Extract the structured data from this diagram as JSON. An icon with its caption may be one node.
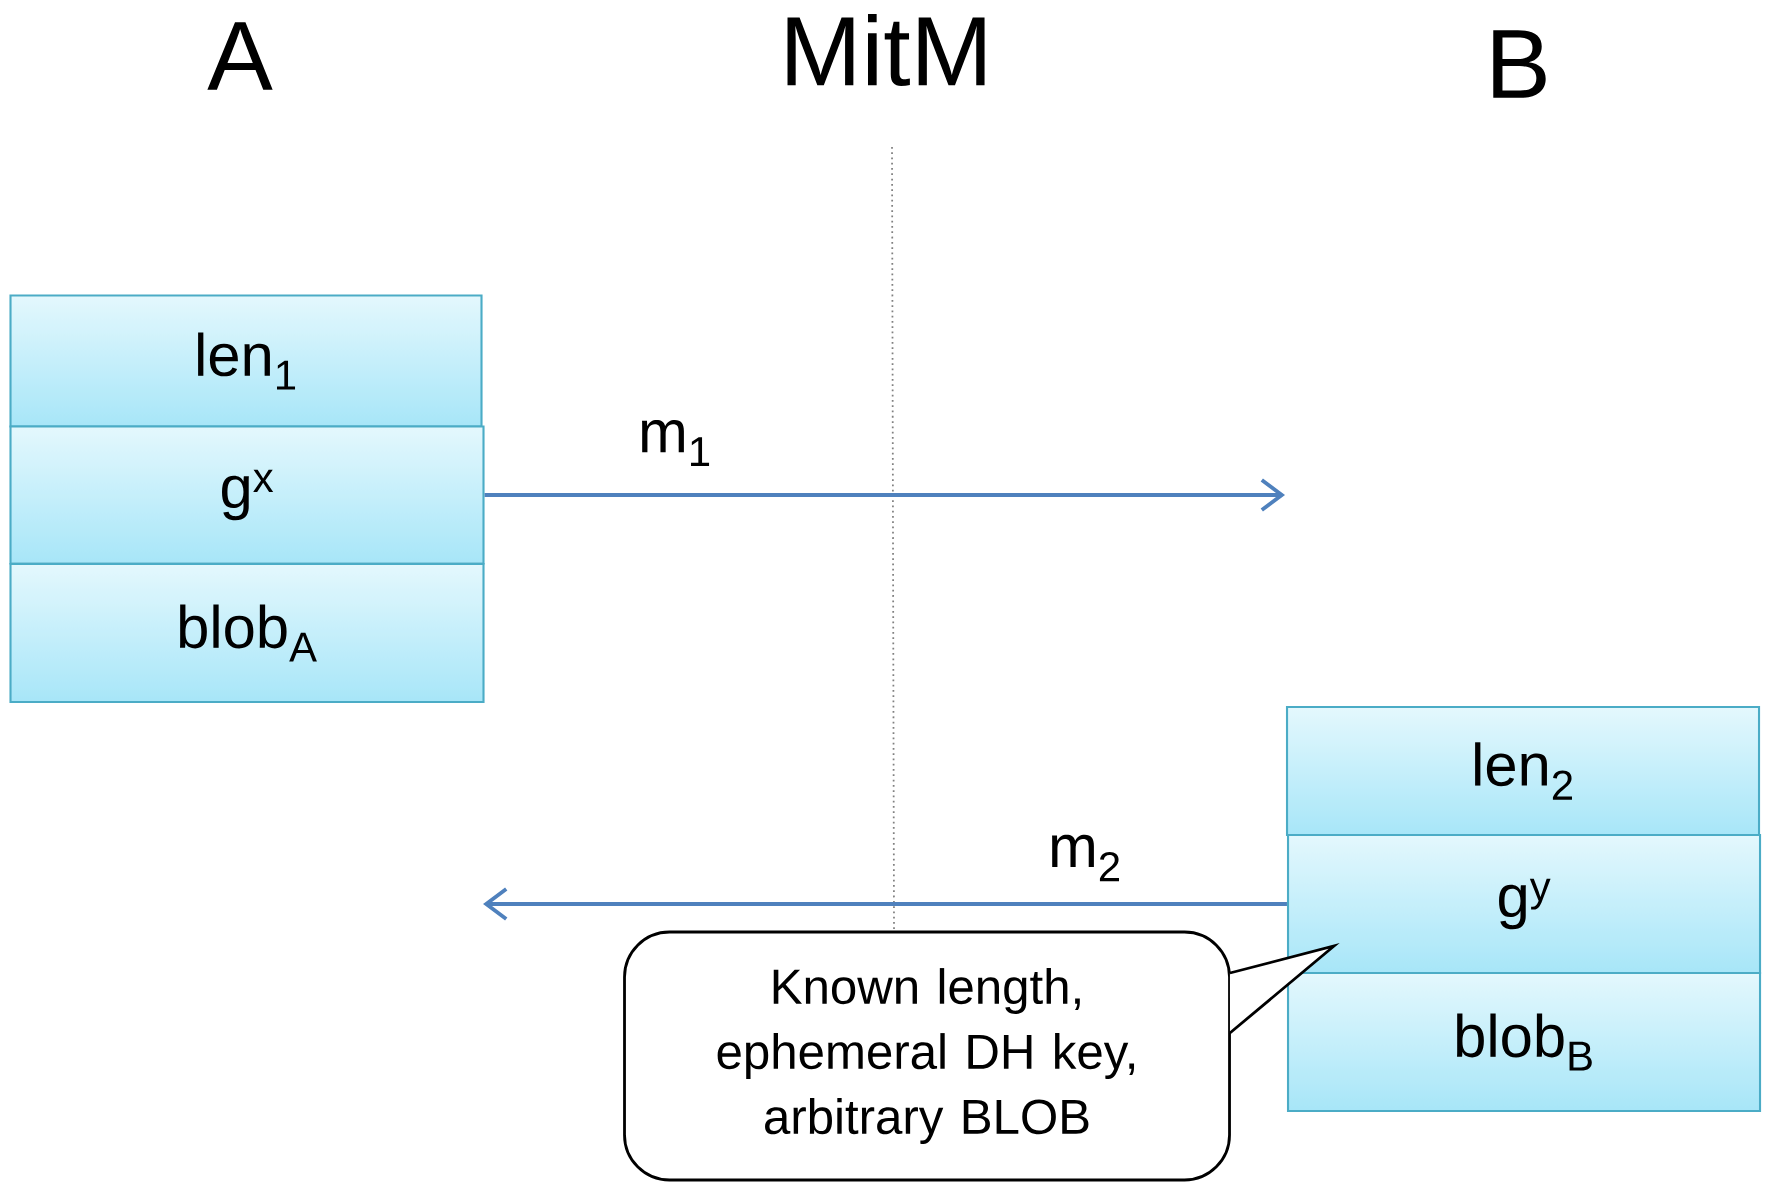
{
  "diagram": {
    "nodes": [
      {
        "text": [
          "len$_{1}$"
        ]
      },
      {
        "text": [
          "g$^{x}$"
        ]
      },
      {
        "text": [
          "blob$_{A}$"
        ]
      },
      {
        "text": [
          "len$_{2}$"
        ]
      },
      {
        "text": [
          "g$^{y}$"
        ]
      },
      {
        "text": [
          "blob$_{B}$"
        ]
      },
      {
        "text": [
          "Known length, ephemeral DH key, arbitrary BLOB"
        ]
      }
    ],
    "edges": [
      {
        "from": 1,
        "to": null,
        "arrow": "to",
        "label": "m$_{1}$"
      },
      {
        "from": 4,
        "to": null,
        "arrow": "to",
        "label": "m$_{2}$"
      }
    ],
    "labels": [
      "A",
      "MitM",
      "B"
    ]
  }
}
